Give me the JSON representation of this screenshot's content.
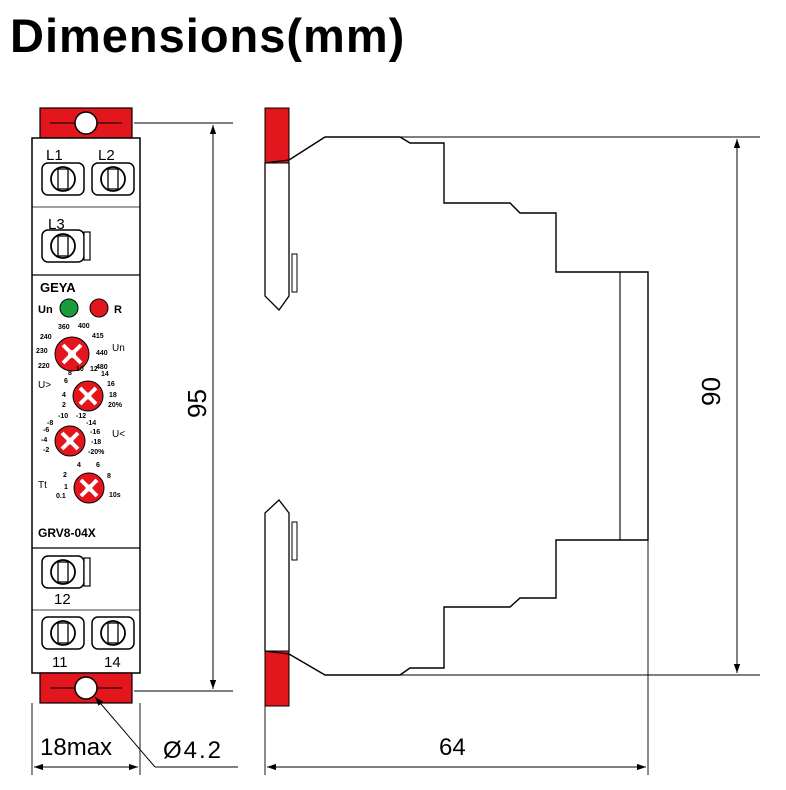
{
  "title": "Dimensions(mm)",
  "front_view": {
    "brand": "GEYA",
    "terminals_top": [
      "L1",
      "L2",
      "L3"
    ],
    "terminals_bottom": [
      "12",
      "11",
      "14"
    ],
    "led_labels": [
      "Un",
      "R"
    ],
    "led_colors": {
      "un": "#1a9b3c",
      "r": "#e3161e"
    },
    "knob_color": "#e3161e",
    "clip_color": "#e3161e",
    "model": "GRV8-04X",
    "knob_un": {
      "label": "Un",
      "scale": [
        "360",
        "400",
        "415",
        "240",
        "440",
        "230",
        "480",
        "220"
      ]
    },
    "knob_u_over": {
      "label": "U>",
      "scale": [
        "6",
        "8",
        "10",
        "12",
        "14",
        "16",
        "18",
        "20%",
        "4",
        "2"
      ]
    },
    "knob_u_under": {
      "label": "U<",
      "scale": [
        "-10",
        "-12",
        "-8",
        "-14",
        "-6",
        "-16",
        "-4",
        "-18",
        "-2",
        "-20%"
      ]
    },
    "knob_tt": {
      "label": "Tt",
      "scale": [
        "2",
        "4",
        "6",
        "8",
        "10s",
        "1",
        "0.1"
      ]
    }
  },
  "dimensions": {
    "height_overall": "95",
    "height_body": "90",
    "width": "18max",
    "hole": "Ø4.2",
    "depth": "64"
  }
}
